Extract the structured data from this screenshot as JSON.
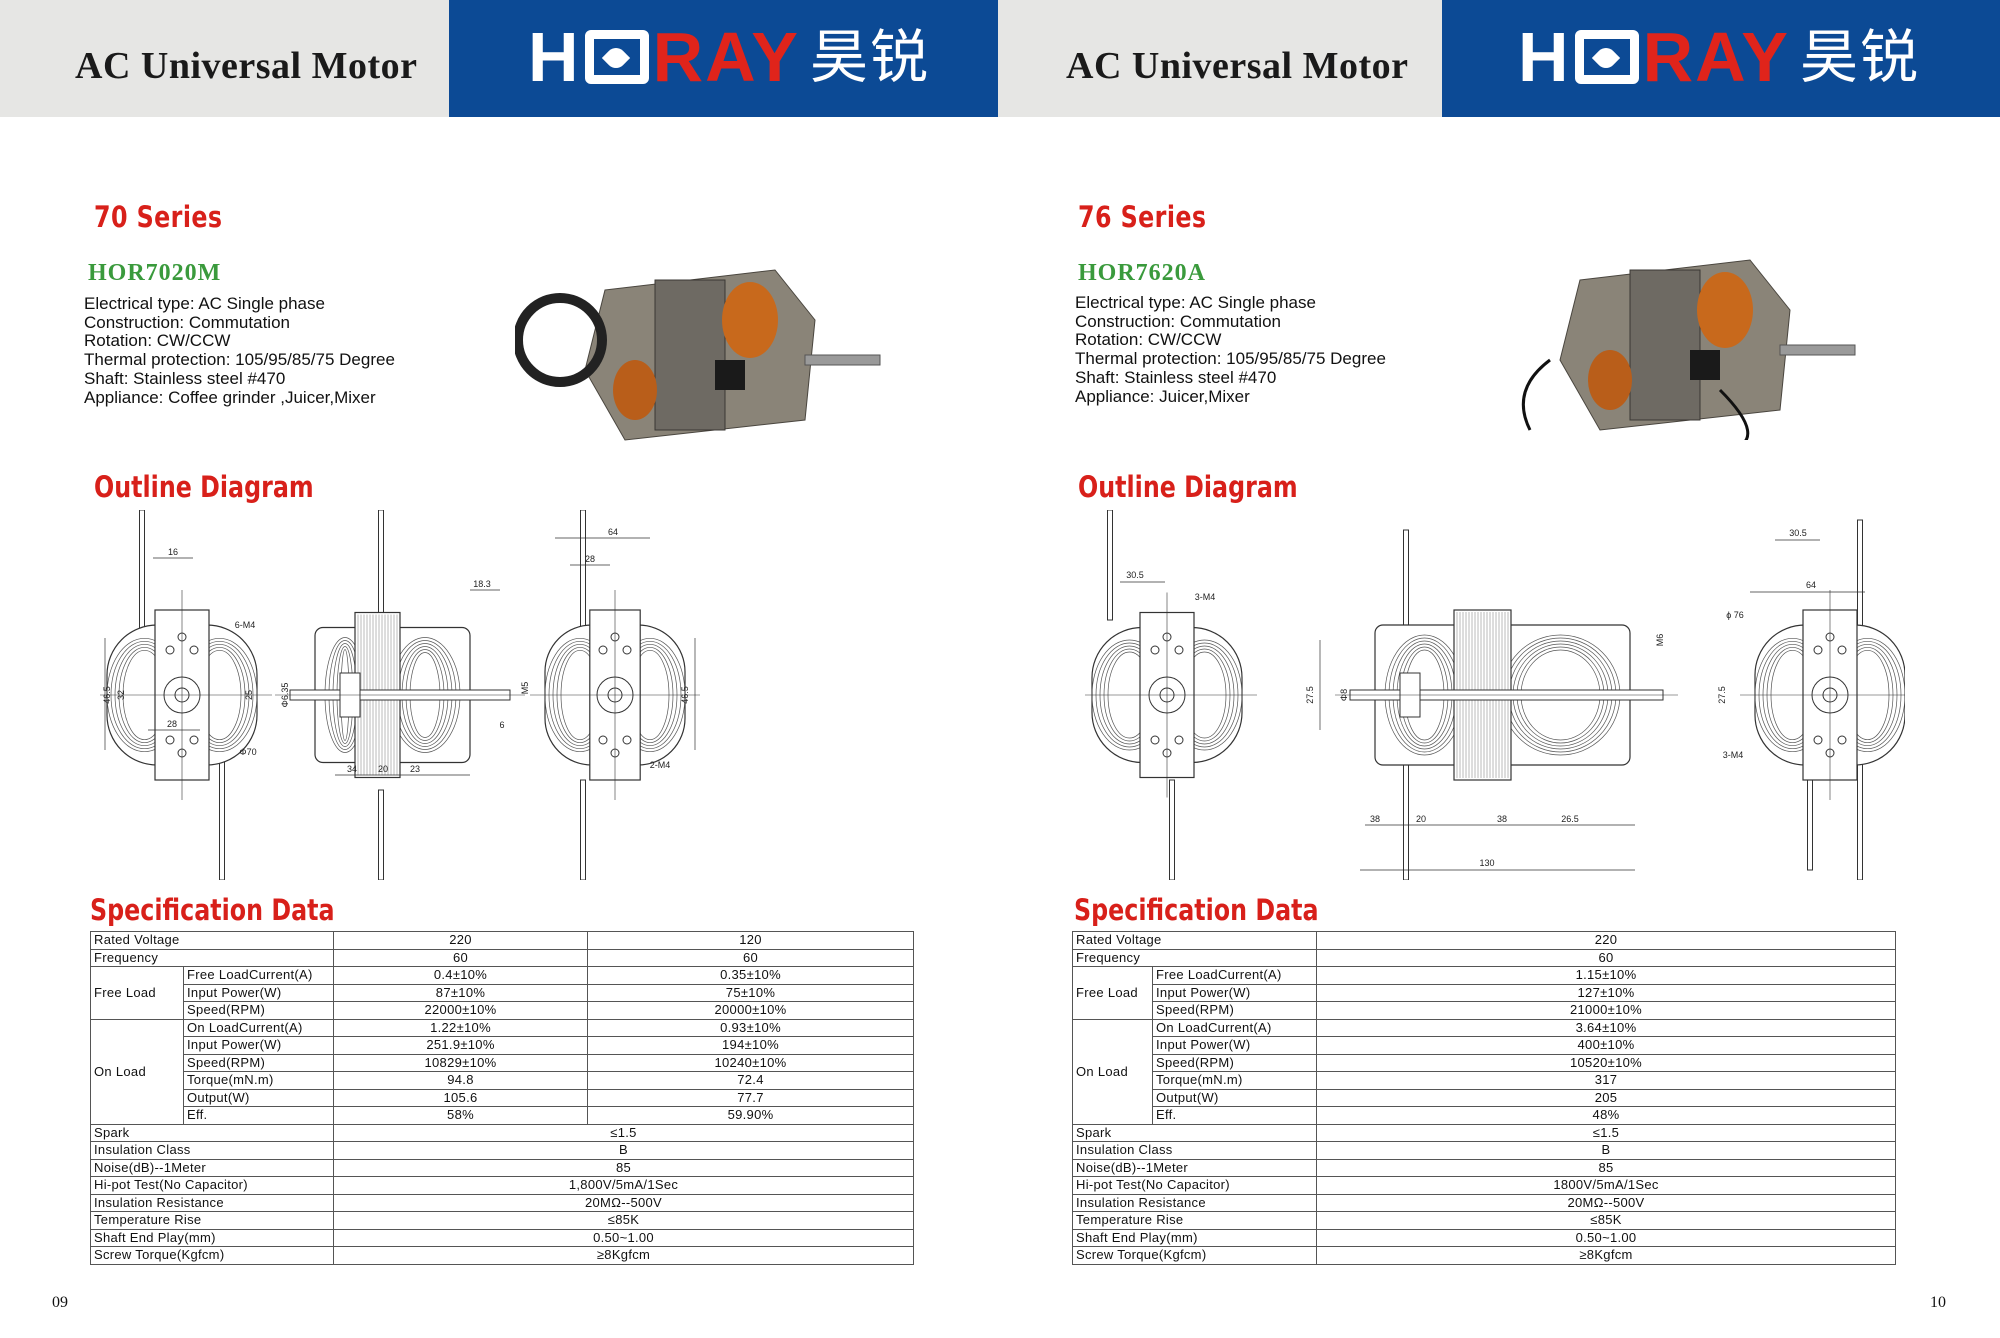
{
  "pages": [
    {
      "header_title": "AC Universal Motor",
      "logo": {
        "part1": "H",
        "part2": "RAY",
        "chinese": "昊锐"
      },
      "series": "70 Series",
      "model": "HOR7020M",
      "spec_lines": [
        "Electrical type: AC Single phase",
        "Construction: Commutation",
        "Rotation: CW/CCW",
        "Thermal protection: 105/95/85/75 Degree",
        "Shaft: Stainless steel #470",
        "Appliance: Coffee grinder ,Juicer,Mixer"
      ],
      "outline_title": "Outline Diagram",
      "dimension_labels": [
        "16",
        "6-M4",
        "46.5",
        "32",
        "25",
        "Φ70",
        "28",
        "18.3",
        "Φ6.35",
        "M5",
        "6",
        "34",
        "20",
        "23",
        "64",
        "28",
        "46.5",
        "2-M4"
      ],
      "spec_title": "Specification Data",
      "spec_table": [
        {
          "label": "Rated Voltage",
          "values": [
            "220",
            "120"
          ]
        },
        {
          "label": "Frequency",
          "values": [
            "60",
            "60"
          ]
        },
        {
          "group": "Free Load",
          "items": [
            {
              "label": "Free LoadCurrent(A)",
              "values": [
                "0.4±10%",
                "0.35±10%"
              ]
            },
            {
              "label": "Input Power(W)",
              "values": [
                "87±10%",
                "75±10%"
              ]
            },
            {
              "label": "Speed(RPM)",
              "values": [
                "22000±10%",
                "20000±10%"
              ]
            }
          ]
        },
        {
          "group": "On Load",
          "items": [
            {
              "label": "On LoadCurrent(A)",
              "values": [
                "1.22±10%",
                "0.93±10%"
              ]
            },
            {
              "label": "Input Power(W)",
              "values": [
                "251.9±10%",
                "194±10%"
              ]
            },
            {
              "label": "Speed(RPM)",
              "values": [
                "10829±10%",
                "10240±10%"
              ]
            },
            {
              "label": "Torque(mN.m)",
              "values": [
                "94.8",
                "72.4"
              ]
            },
            {
              "label": "Output(W)",
              "values": [
                "105.6",
                "77.7"
              ]
            },
            {
              "label": "Eff.",
              "values": [
                "58%",
                "59.90%"
              ]
            }
          ]
        },
        {
          "label": "Spark",
          "values": [
            "≤1.5"
          ]
        },
        {
          "label": "Insulation Class",
          "values": [
            "B"
          ]
        },
        {
          "label": "Noise(dB)--1Meter",
          "values": [
            "85"
          ]
        },
        {
          "label": "Hi-pot Test(No Capacitor)",
          "values": [
            "1,800V/5mA/1Sec"
          ]
        },
        {
          "label": "Insulation Resistance",
          "values": [
            "20MΩ--500V"
          ]
        },
        {
          "label": "Temperature Rise",
          "values": [
            "≤85K"
          ]
        },
        {
          "label": "Shaft End Play(mm)",
          "values": [
            "0.50~1.00"
          ]
        },
        {
          "label": "Screw Torque(Kgfcm)",
          "values": [
            "≥8Kgfcm"
          ]
        }
      ],
      "page_number": "09"
    },
    {
      "header_title": "AC Universal Motor",
      "logo": {
        "part1": "H",
        "part2": "RAY",
        "chinese": "昊锐"
      },
      "series": "76 Series",
      "model": "HOR7620A",
      "spec_lines": [
        "Electrical type: AC Single phase",
        "Construction: Commutation",
        "Rotation: CW/CCW",
        "Thermal protection: 105/95/85/75 Degree",
        "Shaft: Stainless steel #470",
        "Appliance: Juicer,Mixer"
      ],
      "outline_title": "Outline Diagram",
      "dimension_labels": [
        "30.5",
        "3-M4",
        "27.5",
        "Φ8",
        "M6",
        "38",
        "20",
        "38",
        "26.5",
        "130",
        "30.5",
        "64",
        "ϕ 76",
        "27.5",
        "3-M4"
      ],
      "spec_title": "Specification Data",
      "spec_table": [
        {
          "label": "Rated Voltage",
          "values": [
            "220"
          ]
        },
        {
          "label": "Frequency",
          "values": [
            "60"
          ]
        },
        {
          "group": "Free Load",
          "items": [
            {
              "label": "Free LoadCurrent(A)",
              "values": [
                "1.15±10%"
              ]
            },
            {
              "label": "Input Power(W)",
              "values": [
                "127±10%"
              ]
            },
            {
              "label": "Speed(RPM)",
              "values": [
                "21000±10%"
              ]
            }
          ]
        },
        {
          "group": "On Load",
          "items": [
            {
              "label": "On LoadCurrent(A)",
              "values": [
                "3.64±10%"
              ]
            },
            {
              "label": "Input Power(W)",
              "values": [
                "400±10%"
              ]
            },
            {
              "label": "Speed(RPM)",
              "values": [
                "10520±10%"
              ]
            },
            {
              "label": "Torque(mN.m)",
              "values": [
                "317"
              ]
            },
            {
              "label": "Output(W)",
              "values": [
                "205"
              ]
            },
            {
              "label": "Eff.",
              "values": [
                "48%"
              ]
            }
          ]
        },
        {
          "label": "Spark",
          "values": [
            "≤1.5"
          ]
        },
        {
          "label": "Insulation Class",
          "values": [
            "B"
          ]
        },
        {
          "label": "Noise(dB)--1Meter",
          "values": [
            "85"
          ]
        },
        {
          "label": "Hi-pot Test(No Capacitor)",
          "values": [
            "1800V/5mA/1Sec"
          ]
        },
        {
          "label": "Insulation Resistance",
          "values": [
            "20MΩ--500V"
          ]
        },
        {
          "label": "Temperature Rise",
          "values": [
            "≤85K"
          ]
        },
        {
          "label": "Shaft End Play(mm)",
          "values": [
            "0.50~1.00"
          ]
        },
        {
          "label": "Screw Torque(Kgfcm)",
          "values": [
            "≥8Kgfcm"
          ]
        }
      ],
      "page_number": "10"
    }
  ],
  "colors": {
    "brand_blue": "#0c4a95",
    "brand_red": "#e0241b",
    "heading_red": "#d8201a",
    "model_green": "#3a9a3c",
    "header_gray": "#e6e6e4"
  }
}
